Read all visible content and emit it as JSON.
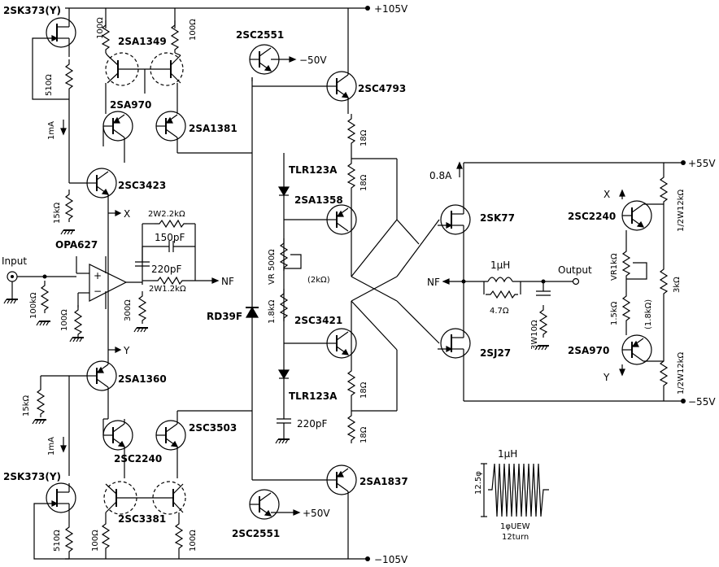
{
  "rails": {
    "pos105": "+105V",
    "neg105": "−105V",
    "pos55": "+55V",
    "neg55": "−55V",
    "neg50": "−50V",
    "pos50": "+50V"
  },
  "transistors": {
    "jfet_top": "2SK373(Y)",
    "jfet_bot": "2SK373(Y)",
    "q_1349": "2SA1349",
    "q_970a": "2SA970",
    "q_1381": "2SA1381",
    "q_3423": "2SC3423",
    "q_1360": "2SA1360",
    "q_3503": "2SC3503",
    "q_2240a": "2SC2240",
    "q_3381": "2SC3381",
    "q_2551a": "2SC2551",
    "q_2551b": "2SC2551",
    "q_4793": "2SC4793",
    "q_1358": "2SA1358",
    "q_3421": "2SC3421",
    "q_1837": "2SA1837",
    "q_sk77": "2SK77",
    "q_sj27": "2SJ27",
    "q_2240b": "2SC2240",
    "q_970b": "2SA970"
  },
  "ics": {
    "opamp": "OPA627"
  },
  "diodes": {
    "tlr_top": "TLR123A",
    "tlr_bot": "TLR123A",
    "rd39f": "RD39F"
  },
  "resistors": {
    "r100_a": "100Ω",
    "r100_b": "100Ω",
    "r510_top": "510Ω",
    "r15k_a": "15kΩ",
    "r2w22k": "2W2.2kΩ",
    "r2w12k_nf": "2W1.2kΩ",
    "r100k": "100kΩ",
    "r100_in": "100Ω",
    "r300": "300Ω",
    "r15k_b": "15kΩ",
    "r510_bot": "510Ω",
    "r100_c": "100Ω",
    "r100_d": "100Ω",
    "r18_a": "18Ω",
    "r18_b": "18Ω",
    "r18_c": "18Ω",
    "r18_d": "18Ω",
    "vr500": "VR 500Ω",
    "vr500_val": "(2kΩ)",
    "r18k": "1.8kΩ",
    "r47": "4.7Ω",
    "r3w10": "3W10Ω",
    "r2w12k_a": "1/2W12kΩ",
    "r2w12k_b": "1/2W12kΩ",
    "r3k": "3kΩ",
    "vr1k": "VR1kΩ",
    "vr1k_val": "(1.8kΩ)",
    "r15k_c": "1.5kΩ"
  },
  "capacitors": {
    "c150p": "150pF",
    "c220p_a": "220pF",
    "c220p_b": "220pF"
  },
  "inductor": {
    "label": "1μH"
  },
  "nodes": {
    "input": "Input",
    "output": "Output",
    "nf_a": "NF",
    "nf_b": "NF",
    "x_a": "X",
    "y_a": "Y",
    "x_b": "X",
    "y_b": "Y"
  },
  "currents": {
    "i1ma_a": "1mA",
    "i1ma_b": "1mA",
    "i08a": "0.8A"
  },
  "coil": {
    "title": "1μH",
    "diameter": "12.5φ",
    "wire": "1φUEW",
    "turns": "12turn"
  }
}
